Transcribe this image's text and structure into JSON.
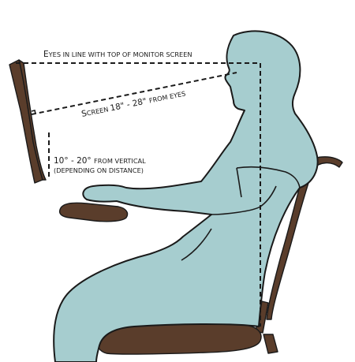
{
  "colors": {
    "figure_fill": "#a6cdcf",
    "outline": "#1a1a1a",
    "furniture": "#5a3d2b",
    "background": "#ffffff"
  },
  "labels": {
    "eye_line": {
      "first": "E",
      "rest": "YES IN LINE WITH TOP OF MONITOR SCREEN"
    },
    "screen_distance": {
      "first": "S",
      "mid1": "CREEN ",
      "num": "18\" - 28\" ",
      "mid2": "FROM EYES"
    },
    "tilt_line1": {
      "num": "10° - 20° ",
      "rest": "FROM VERTICAL"
    },
    "tilt_line2": "(DEPENDING ON DISTANCE)"
  }
}
